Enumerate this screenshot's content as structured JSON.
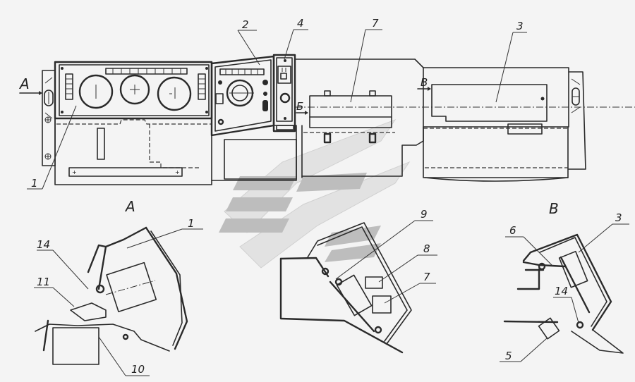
{
  "drawing": {
    "type": "engineering-assembly-drawing",
    "subject": "instrument panel (dashboard) assembly",
    "view_arrows": [
      {
        "letter": "А",
        "side": "left"
      },
      {
        "letter": "Б",
        "side": "middle"
      },
      {
        "letter": "В",
        "side": "right"
      }
    ],
    "main_view_callouts": [
      "1",
      "2",
      "4",
      "7",
      "3"
    ],
    "section_views": [
      {
        "title": "А",
        "callouts": [
          "14",
          "11",
          "1",
          "10"
        ]
      },
      {
        "title": "Б",
        "callouts": [
          "9",
          "8",
          "7"
        ]
      },
      {
        "title": "В",
        "callouts": [
          "6",
          "3",
          "14",
          "5"
        ]
      }
    ],
    "watermark": "company-logo-chevrons"
  },
  "colors": {
    "line": "#2a2a2a",
    "paper": "#f4f4f4",
    "watermark": "#bdbdbd"
  }
}
